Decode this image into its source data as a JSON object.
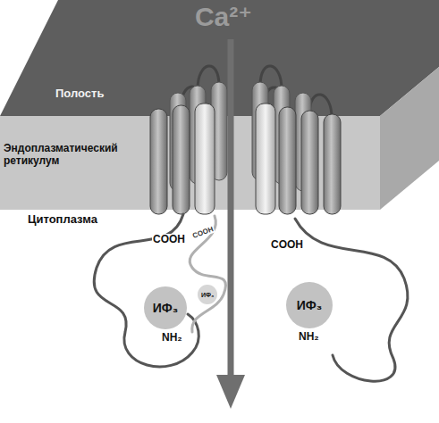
{
  "diagram": {
    "nodes": [
      {
        "text": [
          "ИФ₃"
        ]
      },
      {
        "text": [
          "ИФ₃"
        ]
      },
      {
        "text": [
          "ИФ₃"
        ]
      }
    ],
    "labels": [
      "Ca²⁺",
      "Полость",
      "Эндоплазматический ретикулум",
      "Цитоплазма",
      "COOH",
      "COOH",
      "COOH",
      "NH₂",
      "NH₂"
    ]
  }
}
